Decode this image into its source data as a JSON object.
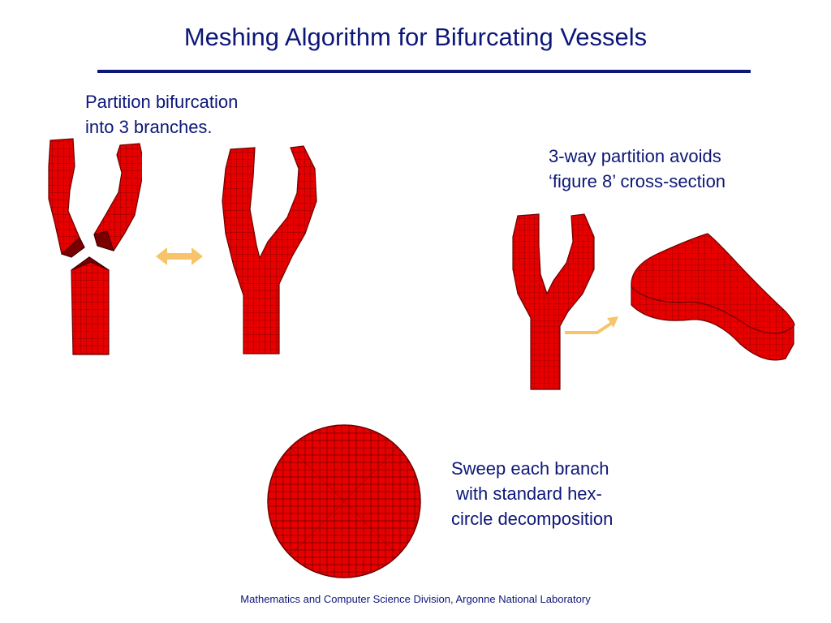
{
  "slide": {
    "title": "Meshing Algorithm for Bifurcating Vessels",
    "captions": {
      "partition": [
        "Partition bifurcation",
        "into 3 branches."
      ],
      "figure8": [
        "3-way partition avoids",
        "‘figure 8’ cross-section"
      ],
      "sweep": [
        "Sweep each branch",
        " with standard hex-",
        "circle decomposition"
      ]
    },
    "footer": "Mathematics and Computer Science Division, Argonne National Laboratory"
  },
  "colors": {
    "title": "#0d1778",
    "mesh_fill": "#e60000",
    "mesh_line": "#6e0000",
    "arrow": "#f7c46c"
  },
  "icons": {
    "double_arrow": "double-arrow-icon",
    "pointer_arrow": "pointer-arrow-icon"
  }
}
